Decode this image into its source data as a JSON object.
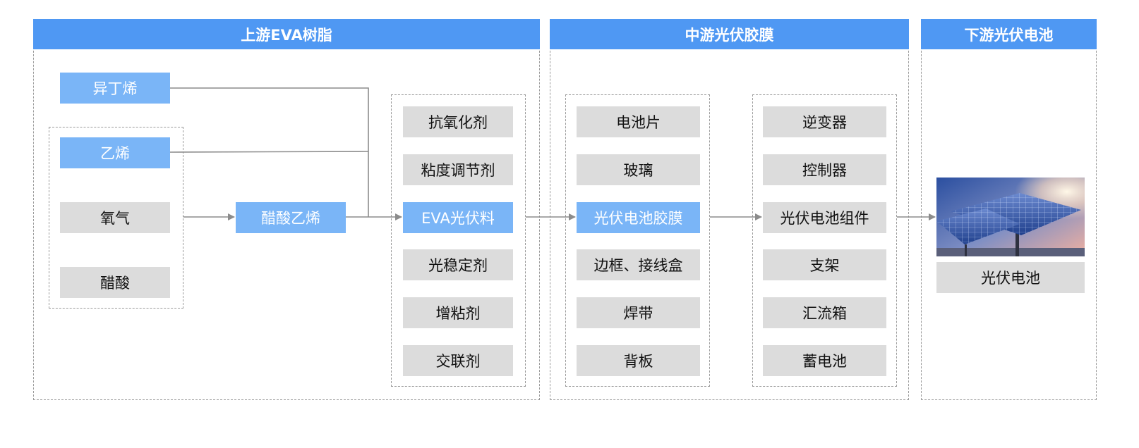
{
  "upstream": {
    "title": "上游EVA树脂",
    "raw": {
      "isobutylene": "异丁烯",
      "ethylene": "乙烯",
      "oxygen": "氧气",
      "acetic_acid": "醋酸"
    },
    "vinyl_acetate": "醋酸乙烯",
    "eva_items": [
      "抗氧化剂",
      "粘度调节剂",
      "EVA光伏料",
      "光稳定剂",
      "增粘剂",
      "交联剂"
    ]
  },
  "midstream": {
    "title": "中游光伏胶膜",
    "col1": [
      "电池片",
      "玻璃",
      "光伏电池胶膜",
      "边框、接线盒",
      "焊带",
      "背板"
    ],
    "col2": [
      "逆变器",
      "控制器",
      "光伏电池组件",
      "支架",
      "汇流箱",
      "蓄电池"
    ]
  },
  "downstream": {
    "title": "下游光伏电池",
    "photo_icon": "solar-panel-photo",
    "label": "光伏电池"
  },
  "colors": {
    "header_blue": "#4f98f3",
    "highlight_blue": "#7ab5f7",
    "gray_box": "#dcdcdc",
    "line": "#8c8c8c"
  }
}
